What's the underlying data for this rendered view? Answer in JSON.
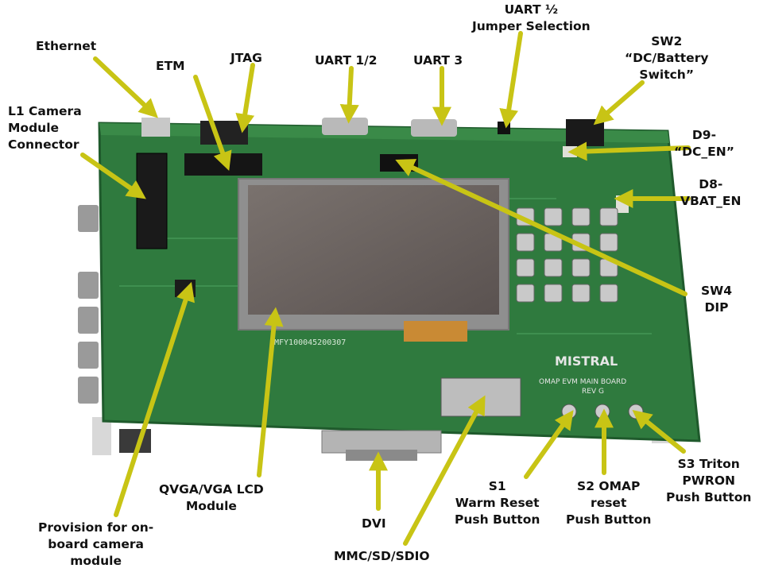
{
  "colors": {
    "arrow": "#c8c415",
    "pcb": "#2f7a3e",
    "pcb_dark": "#1f5a2c",
    "lcd_frame": "#8f8f8f",
    "lcd_screen": "#6a625f",
    "text": "#111111"
  },
  "board": {
    "brand_logo": "MISTRAL",
    "silkscreen_board": [
      "OMAP EVM MAIN BOARD",
      "REV G"
    ],
    "silkscreen_lcd_id": "MFY100045200307"
  },
  "callouts": {
    "ethernet": [
      "Ethernet"
    ],
    "etm": [
      "ETM"
    ],
    "jtag": [
      "JTAG"
    ],
    "uart12": [
      "UART 1/2"
    ],
    "uart3": [
      "UART 3"
    ],
    "uart_jumper": [
      "UART ½",
      "Jumper Selection"
    ],
    "sw2": [
      "SW2",
      "“DC/Battery",
      "Switch”"
    ],
    "l1_camera": [
      "L1 Camera",
      "Module",
      "Connector"
    ],
    "d9": [
      "D9-",
      "“DC_EN”"
    ],
    "d8": [
      "D8-",
      "VBAT_EN"
    ],
    "sw4": [
      "SW4",
      "DIP"
    ],
    "s3": [
      "S3 Triton",
      "PWRON",
      "Push Button"
    ],
    "s2": [
      "S2 OMAP",
      "reset",
      "Push Button"
    ],
    "s1": [
      "S1",
      "Warm Reset",
      "Push Button"
    ],
    "lcd_module": [
      "QVGA/VGA LCD",
      "Module"
    ],
    "dvi": [
      "DVI"
    ],
    "mmc": [
      "MMC/SD/SDIO"
    ],
    "camera_provision": [
      "Provision for on-",
      "board camera",
      "module"
    ]
  }
}
